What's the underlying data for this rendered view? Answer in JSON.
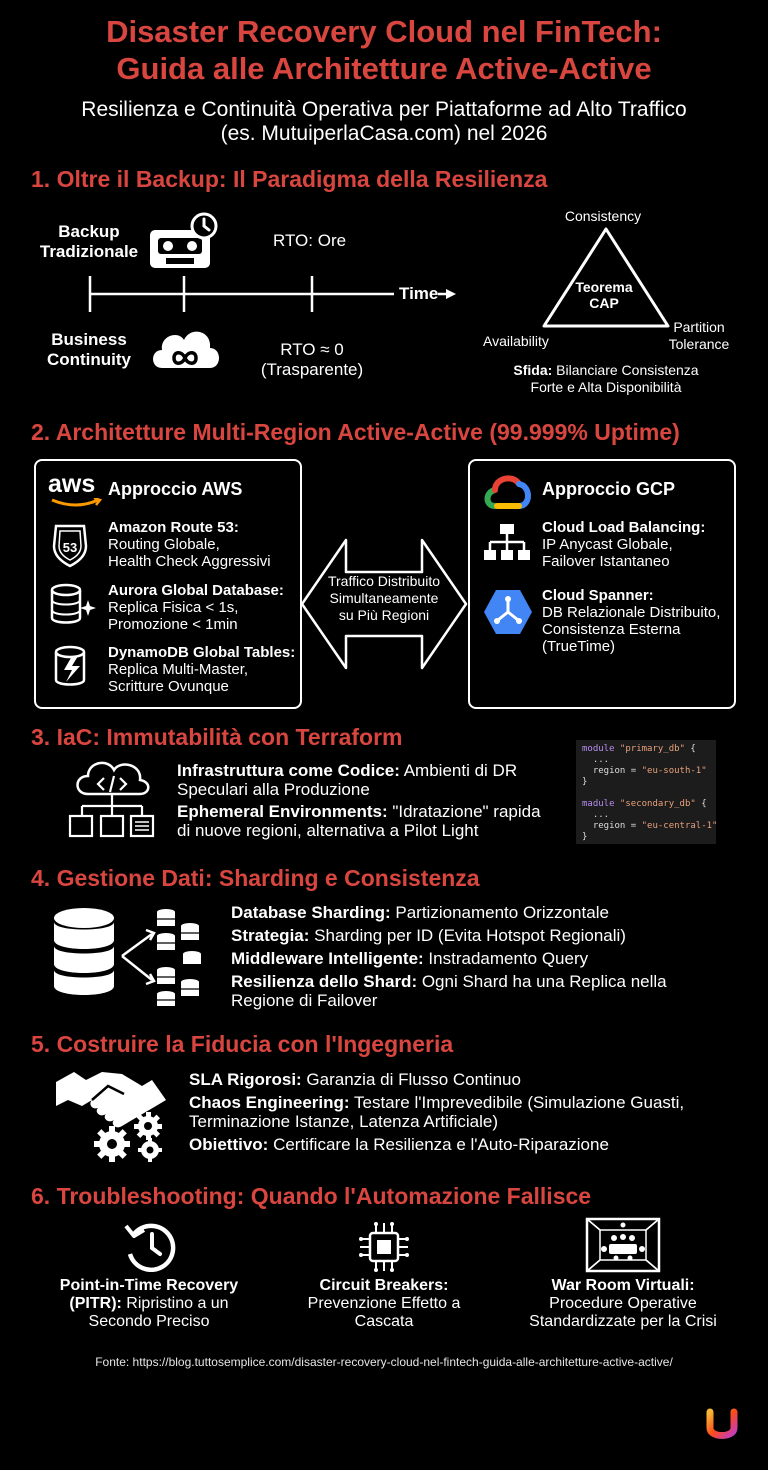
{
  "header": {
    "title_line1": "Disaster Recovery Cloud nel FinTech:",
    "title_line2": "Guida alle Architetture Active-Active",
    "subtitle_line1": "Resilienza e Continuità Operativa per Piattaforme ad Alto Traffico",
    "subtitle_line2": "(es. MutuiperlaCasa.com) nel 2026"
  },
  "s1": {
    "heading": "1. Oltre il Backup: Il Paradigma della Resilienza",
    "backup_l1": "Backup",
    "backup_l2": "Tradizionale",
    "rto_ore": "RTO: Ore",
    "time": "Time",
    "bc_l1": "Business",
    "bc_l2": "Continuity",
    "rto_zero": "RTO ≈ 0",
    "rto_zero_sub": "(Trasparente)",
    "cap_top": "Consistency",
    "cap_center_l1": "Teorema",
    "cap_center_l2": "CAP",
    "cap_left": "Availability",
    "cap_right_l1": "Partition",
    "cap_right_l2": "Tolerance",
    "sfida_b": "Sfida:",
    "sfida_l1": " Bilanciare Consistenza",
    "sfida_l2": "Forte e Alta Disponibilità"
  },
  "s2": {
    "heading": "2. Architetture Multi-Region Active-Active (99.999% Uptime)",
    "aws_logo": "aws",
    "aws_title": "Approccio AWS",
    "aws_items": [
      {
        "title": "Amazon Route 53:",
        "l1": "Routing Globale,",
        "l2": "Health Check Aggressivi"
      },
      {
        "title": "Aurora Global Database:",
        "l1": "Replica Fisica < 1s,",
        "l2": "Promozione < 1min"
      },
      {
        "title": "DynamoDB Global Tables:",
        "l1": "Replica Multi-Master,",
        "l2": "Scritture Ovunque"
      }
    ],
    "route53_badge": "53",
    "arrow_l1": "Traffico Distribuito",
    "arrow_l2": "Simultaneamente",
    "arrow_l3": "su Più Regioni",
    "gcp_title": "Approccio GCP",
    "gcp_items": [
      {
        "title": "Cloud Load Balancing:",
        "l1": "IP Anycast Globale,",
        "l2": "Failover Istantaneo",
        "l3": ""
      },
      {
        "title": "Cloud Spanner:",
        "l1": "DB Relazionale Distribuito,",
        "l2": "Consistenza Esterna",
        "l3": "(TrueTime)"
      }
    ]
  },
  "s3": {
    "heading": "3. IaC: Immutabilità con Terraform",
    "p1_b": "Infrastruttura come Codice:",
    "p1_t1": " Ambienti di DR",
    "p1_t2": "Speculari alla Produzione",
    "p2_b": "Ephemeral Environments:",
    "p2_t1": " \"Idratazione\" rapida",
    "p2_t2": "di nuove regioni, alternativa a Pilot Light",
    "code": {
      "l1_kw": "module",
      "l1_st": " \"primary_db\"",
      "l1_end": " {",
      "l2": "  ...",
      "l3": "  region = ",
      "l3_st": "\"eu-south-1\"",
      "l4": "}",
      "l5_kw": "madule",
      "l5_st": " \"secondary_db\"",
      "l5_end": " {",
      "l6": "  ...",
      "l7": "  region = ",
      "l7_st": "\"eu-central-1\"",
      "l8": "}"
    }
  },
  "s4": {
    "heading": "4. Gestione Dati: Sharding e Consistenza",
    "items": [
      {
        "b": "Database Sharding:",
        "t": " Partizionamento Orizzontale",
        "t2": ""
      },
      {
        "b": "Strategia:",
        "t": " Sharding per ID (Evita Hotspot Regionali)",
        "t2": ""
      },
      {
        "b": "Middleware Intelligente:",
        "t": " Instradamento Query",
        "t2": ""
      },
      {
        "b": "Resilienza dello Shard:",
        "t": " Ogni Shard ha una Replica nella",
        "t2": "Regione di Failover"
      }
    ]
  },
  "s5": {
    "heading": "5. Costruire la Fiducia con l'Ingegneria",
    "items": [
      {
        "b": "SLA Rigorosi:",
        "t": " Garanzia di Flusso Continuo",
        "t2": ""
      },
      {
        "b": "Chaos Engineering:",
        "t": " Testare l'Imprevedibile (Simulazione Guasti,",
        "t2": "Terminazione Istanze, Latenza Artificiale)"
      },
      {
        "b": "Obiettivo:",
        "t": " Certificare la Resilienza e l'Auto-Riparazione",
        "t2": ""
      }
    ]
  },
  "s6": {
    "heading": "6. Troubleshooting: Quando l'Automazione Fallisce",
    "items": [
      {
        "b1": "Point-in-Time Recovery",
        "b2": "(PITR):",
        "t2": " Ripristino a un",
        "t3": "Secondo Preciso"
      },
      {
        "b1": "Circuit Breakers:",
        "b2": "",
        "t2": "Prevenzione Effetto a",
        "t3": "Cascata"
      },
      {
        "b1": "War Room Virtuali:",
        "b2": "",
        "t2": "Procedure Operative",
        "t3": "Standardizzate per la Crisi"
      }
    ]
  },
  "footer": {
    "source": "Fonte: https://blog.tuttosemplice.com/disaster-recovery-cloud-nel-fintech-guida-alle-architetture-active-active/"
  },
  "colors": {
    "accent": "#d9463f",
    "background": "#000000",
    "gcp_blue": "#4285f4",
    "aws_orange": "#ff9900"
  }
}
